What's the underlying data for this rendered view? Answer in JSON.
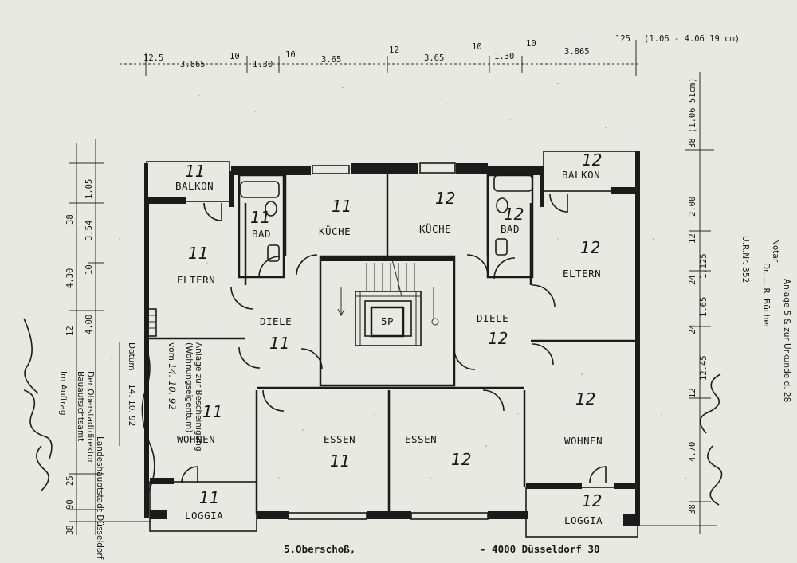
{
  "rooms": [
    {
      "id": "balkon-11",
      "label": "BALKON",
      "unit": "11"
    },
    {
      "id": "bad-11",
      "label": "BAD",
      "unit": "11"
    },
    {
      "id": "kueche-11",
      "label": "KÜCHE",
      "unit": "11"
    },
    {
      "id": "kueche-12",
      "label": "KÜCHE",
      "unit": "12"
    },
    {
      "id": "bad-12",
      "label": "BAD",
      "unit": "12"
    },
    {
      "id": "balkon-12",
      "label": "BALKON",
      "unit": "12"
    },
    {
      "id": "eltern-11",
      "label": "ELTERN",
      "unit": "11"
    },
    {
      "id": "eltern-12",
      "label": "ELTERN",
      "unit": "12"
    },
    {
      "id": "diele-11",
      "label": "DIELE",
      "unit": "11"
    },
    {
      "id": "diele-12",
      "label": "DIELE",
      "unit": "12"
    },
    {
      "id": "wohnen-11",
      "label": "WOHNEN",
      "unit": "11"
    },
    {
      "id": "essen-11",
      "label": "ESSEN",
      "unit": "11"
    },
    {
      "id": "essen-12",
      "label": "ESSEN",
      "unit": "12"
    },
    {
      "id": "wohnen-12",
      "label": "WOHNEN",
      "unit": "12"
    },
    {
      "id": "loggia-11",
      "label": "LOGGIA",
      "unit": "11"
    },
    {
      "id": "loggia-12",
      "label": "LOGGIA",
      "unit": "12"
    }
  ],
  "stair_label": "5P",
  "top_dimensions": [
    "12.5",
    "3.865",
    "10",
    "1.30",
    "10",
    "3.65",
    "12",
    "3.65",
    "10",
    "1.30",
    "10",
    "3.865",
    "125"
  ],
  "top_right_note": "(1.06 - 4.06 19 cm)",
  "right_side_note": "38 (1.06 51cm)",
  "right_dimensions": [
    "2.00",
    "12",
    "24",
    "1.125",
    "1.65",
    "24",
    "12.45",
    "12",
    "4.70",
    "38"
  ],
  "left_dimensions": [
    "38",
    "1.05",
    "3.54",
    "4.30",
    "10",
    "4.00",
    "12",
    "25",
    "90",
    "38"
  ],
  "left_stamp": [
    "Landeshauptstadt Düsseldorf",
    "Der Oberstadtdirektor",
    "Bauaufsichtsamt",
    "Im Auftrag"
  ],
  "middle_stamp": {
    "line1": "Anlage zur Bescheinigung",
    "line2": "(Wohnungseigentum)",
    "date_prefix": "vom",
    "date": "14. 10. 92",
    "datum_label": "Datum",
    "datum_value": "14. 10. 92"
  },
  "right_stamp": [
    "Anlage 5 & zur Urkunde d. 28",
    "Notar",
    "Dr. ... R. Bücher",
    "U.R.Nr. 352"
  ],
  "footer_text": "5.Oberschoß,",
  "footer_city": "- 4000 Düsseldorf 30"
}
